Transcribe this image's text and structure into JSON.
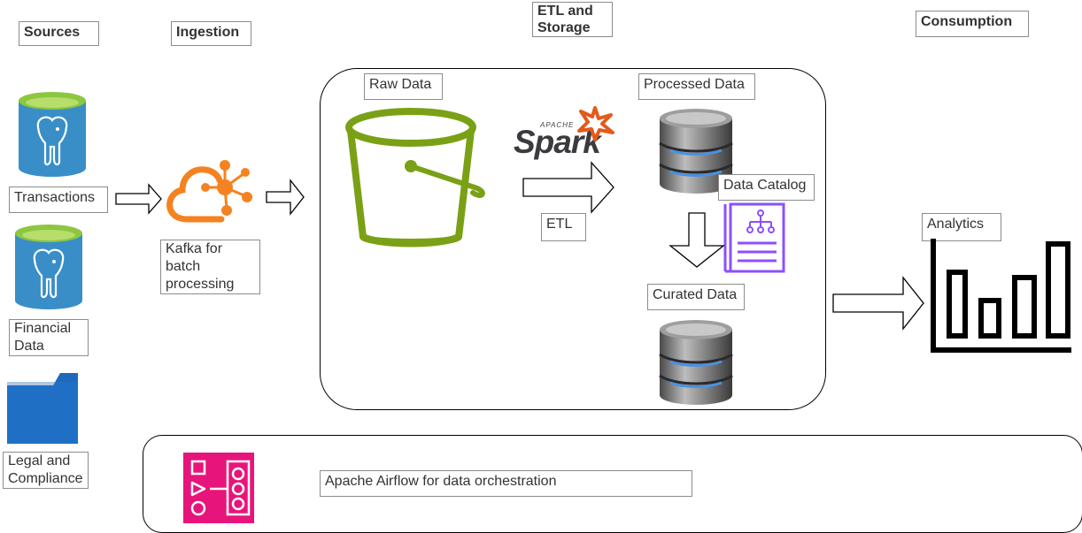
{
  "headers": {
    "sources": "Sources",
    "ingestion": "Ingestion",
    "etl_storage": "ETL and\nStorage",
    "consumption": "Consumption"
  },
  "sources": {
    "transactions": "Transactions",
    "financial_data": "Financial\nData",
    "legal_compliance": "Legal and\nCompliance"
  },
  "ingestion": {
    "kafka_label": "Kafka for\nbatch\nprocessing"
  },
  "storage": {
    "raw_data": "Raw Data",
    "processed_data": "Processed Data",
    "data_catalog": "Data Catalog",
    "curated_data": "Curated Data",
    "etl_label": "ETL",
    "spark_apache_text": "APACHE",
    "spark_text": "Spark"
  },
  "consumption": {
    "analytics": "Analytics"
  },
  "orchestration": {
    "airflow_label": "Apache Airflow for data orchestration"
  },
  "colors": {
    "postgres_blue": "#3a8ec8",
    "postgres_top": "#8dc63f",
    "kafka_orange": "#f58220",
    "bucket_green": "#7aa116",
    "spark_orange": "#e25a1c",
    "catalog_purple": "#8c4fff",
    "folder_blue": "#1f6fc5",
    "airflow_pink": "#e7157b"
  },
  "icons": [
    "postgres-icon",
    "folder-icon",
    "kafka-icon",
    "bucket-icon",
    "spark-logo",
    "database-icon",
    "data-catalog-icon",
    "bar-chart-icon",
    "step-functions-icon"
  ]
}
